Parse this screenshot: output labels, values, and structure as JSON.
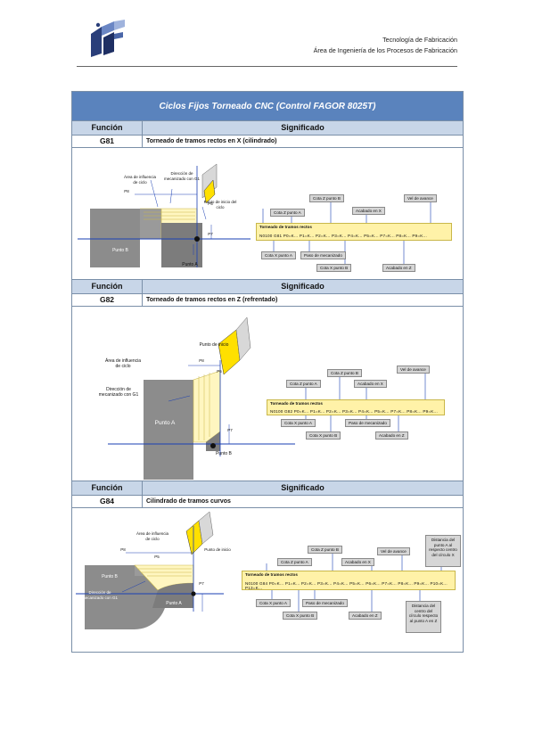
{
  "header": {
    "line1": "Tecnología de Fabricación",
    "line2": "Área de Ingeniería de los Procesos de Fabricación"
  },
  "table": {
    "title": "Ciclos Fijos Torneado CNC (Control FAGOR 8025T)",
    "col_funcion": "Función",
    "col_significado": "Significado",
    "rows": [
      {
        "code": "G81",
        "desc": "Torneado de tramos rectos en X (cilindrado)",
        "fig": {
          "area": "Área de influencia de ciclo",
          "direccion": "Dirección de mecanizado con G1",
          "punto_inicio": "Punto de inicio del ciclo",
          "punto_a": "Punto A",
          "punto_b": "Punto B",
          "p7": "P7",
          "p8": "P8",
          "p5": "P5",
          "prog_title": "Torneado de tramos rectos",
          "prog_line": "N0100 G81 P0=K... P1=K... P2=K... P3=K... P4=K... P5=K... P7=K... P8=K... P9=K...",
          "boxes_top": [
            "Cota Z punto B",
            "Vel de avance",
            "Cota Z punto A",
            "Acabado en X"
          ],
          "boxes_bottom": [
            "Cota X punto A",
            "Paso de mecanizado",
            "Cota X punto B",
            "Acabado en Z"
          ]
        }
      },
      {
        "code": "G82",
        "desc": "Torneado de tramos rectos en Z (refrentado)",
        "fig": {
          "punto_inicio": "Punto de inicio",
          "area": "Área de influencia de ciclo",
          "direccion": "Dirección de mecanizado con G1",
          "punto_a": "Punto A",
          "punto_b": "Punto B",
          "p7": "P7",
          "p8": "P8",
          "p5": "P5",
          "prog_title": "Torneado de tramos rectos",
          "prog_line": "N0100 G82 P0=K... P1=K... P2=K... P3=K... P4=K... P5=K... P7=K... P8=K... P9=K...",
          "boxes_top": [
            "Cota Z punto B",
            "Vel de avance",
            "Cota Z punto A",
            "Acabado en X"
          ],
          "boxes_bottom": [
            "Cota X punto A",
            "Paso de mecanizado",
            "Cota X punto B",
            "Acabado en Z"
          ]
        }
      },
      {
        "code": "G84",
        "desc": "Cilindrado de tramos curvos",
        "fig": {
          "area": "Área de influencia de ciclo",
          "punto_inicio": "Punto de inicio",
          "direccion": "Dirección de mecanizado con G1",
          "punto_a": "Punto A",
          "punto_b": "Punto B",
          "p7": "P7",
          "p8": "P8",
          "p5": "P5",
          "prog_title": "Torneado de tramos rectos",
          "prog_line": "N0100 G84 P0=K... P1=K... P2=K... P3=K... P4=K... P5=K... P6=K... P7=K... P8=K... P9=K... P10=K... P13=K...",
          "boxes_top": [
            "Cota Z punto B",
            "Vel de avance",
            "Cota Z punto A",
            "Acabado en X"
          ],
          "boxes_bottom": [
            "Cota X punto A",
            "Paso de mecanizado",
            "Cota X punto B",
            "Acabado en Z"
          ],
          "note_top": "Distancia del punto A al respecto centro del círculo X",
          "note_bottom": "Distancia del centro del círculo respecto al punto A en Z"
        }
      }
    ]
  },
  "colors": {
    "title_bg": "#5a83bd",
    "header_bg": "#c8d6e8",
    "program_bg": "#fff2a8",
    "label_box_bg": "#d6d6d6",
    "arrow_blue": "#1a3fb3",
    "part_gray": "#8c8c8c"
  }
}
